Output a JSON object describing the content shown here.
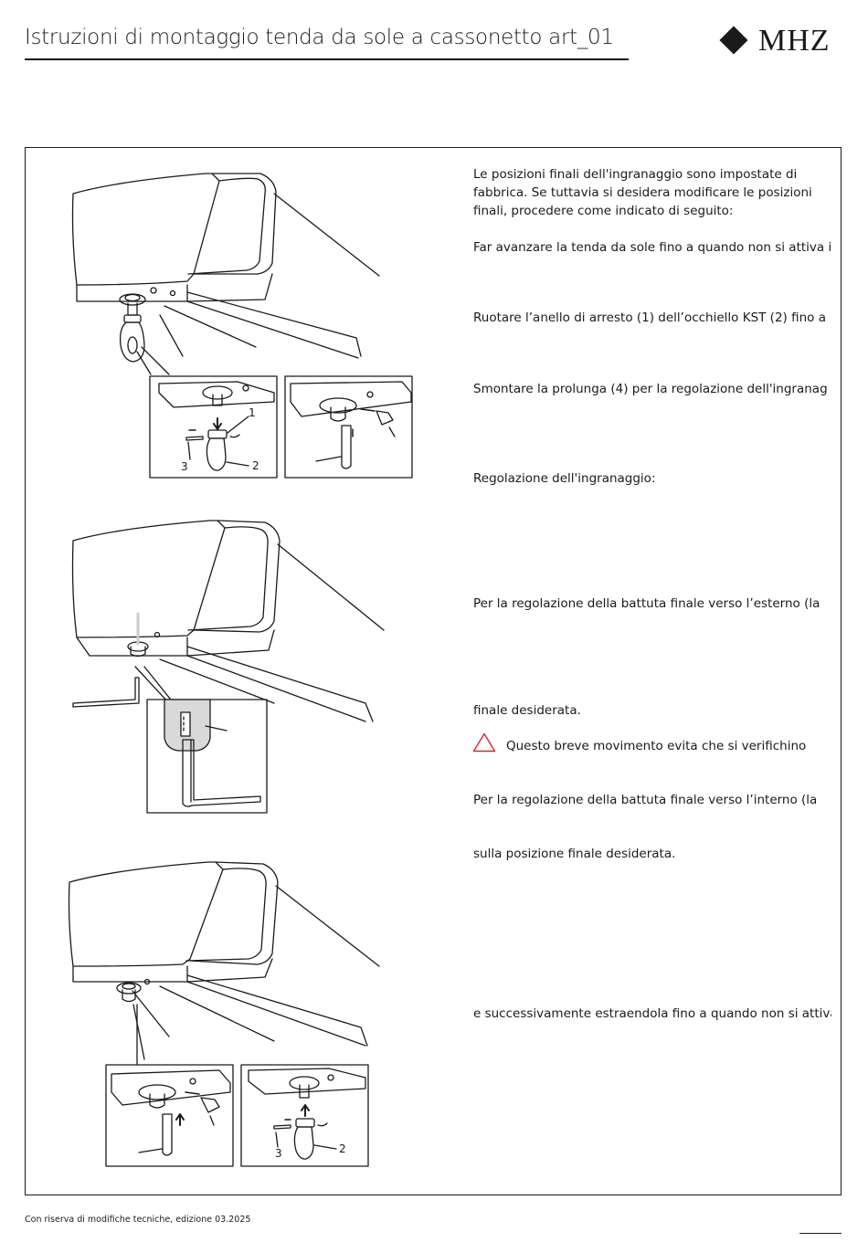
{
  "header": {
    "title": "Istruzioni di montaggio tenda da sole a cassonetto art_01",
    "logo_text": "MHZ"
  },
  "figure": {
    "callouts": [
      "1",
      "2",
      "3",
      "2",
      "3"
    ]
  },
  "instructions": {
    "intro": "Le posizioni finali dell'ingranaggio sono impostate di fabbrica. Se tuttavia si desidera modificare le posizioni finali, procedere come indicato di seguito:",
    "step_1": "Far avanzare la tenda da sole fino a quando non si attiva il",
    "step_2": "Ruotare l’anello di arresto (1) dell’occhiello KST (2) fino a",
    "step_3": "Smontare la prolunga (4) per la regolazione dell'ingranag",
    "heading": "Regolazione dell'ingranaggio:",
    "outer_adjust": "Per la regolazione della battuta finale verso l’esterno (la",
    "outer_adjust_end": "finale desiderata.",
    "warning": "Questo breve movimento evita che si verifichino",
    "inner_adjust": "Per la regolazione della battuta finale verso l’interno (la",
    "inner_adjust_end": "sulla posizione finale desiderata.",
    "final_step": "e successivamente estraendola fino a quando non si attiva"
  },
  "footer": {
    "note": "Con riserva di modifiche tecniche, edizione 03.2025"
  },
  "colors": {
    "text": "#1a1a1a",
    "warning": "#d6262e",
    "gray_fill": "#d9d9d9"
  }
}
